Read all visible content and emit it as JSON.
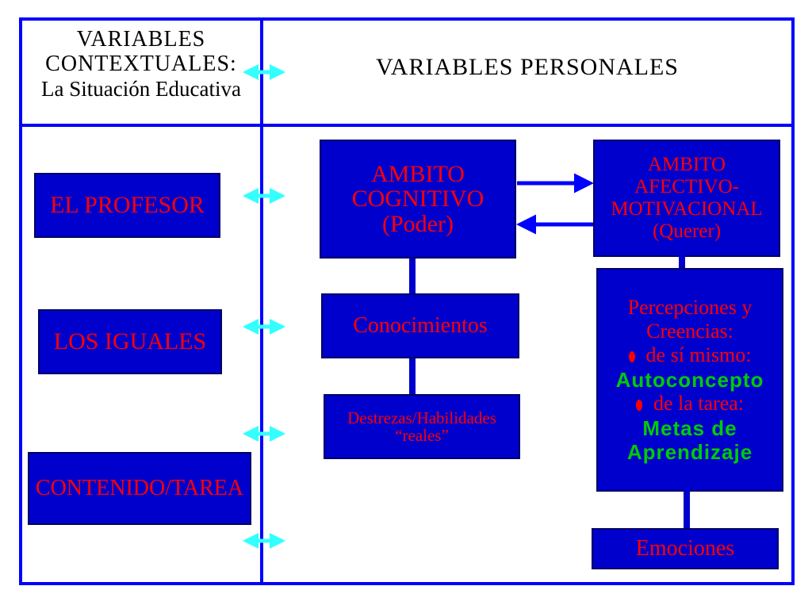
{
  "header": {
    "left_lines": [
      "VARIABLES",
      "CONTEXTUALES:",
      "La Situación Educativa"
    ],
    "right": "VARIABLES PERSONALES"
  },
  "left": {
    "profesor": "EL PROFESOR",
    "iguales": "LOS IGUALES",
    "contenido": "CONTENIDO/TAREA"
  },
  "cognitivo": {
    "lines": [
      "AMBITO",
      "COGNITIVO",
      "(Poder)"
    ]
  },
  "conocimientos": "Conocimientos",
  "destrezas": {
    "lines": [
      "Destrezas/Habilidades",
      "“reales”"
    ]
  },
  "afectivo": {
    "lines": [
      "AMBITO",
      "AFECTIVO-",
      "MOTIVACIONAL",
      "(Querer)"
    ]
  },
  "percepciones": {
    "line1": "Percepciones y",
    "line2": "Creencias:",
    "item1": "de sí mismo:",
    "item1_green": "Autoconcepto",
    "item2": "de la tarea:",
    "item2_green_1": "Metas de",
    "item2_green_2": "Aprendizaje"
  },
  "emociones": "Emociones",
  "colors": {
    "frame": "#0000ff",
    "box_fill": "#0000cc",
    "box_text": "#ff0000",
    "highlight_text": "#00cc00",
    "double_arrow": "#33ffff",
    "arrow": "#0000ff"
  }
}
